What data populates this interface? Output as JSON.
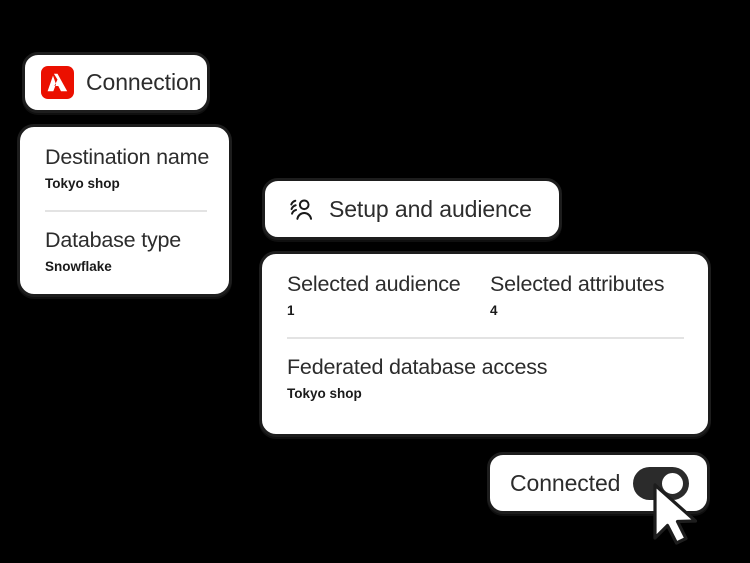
{
  "connection": {
    "logo_icon": "adobe-logo-icon",
    "label": "Connection",
    "logo_color": "#EB1000"
  },
  "destination": {
    "fields": [
      {
        "title": "Destination name",
        "value": "Tokyo shop"
      },
      {
        "title": "Database type",
        "value": "Snowflake"
      }
    ]
  },
  "setup": {
    "icon": "audience-group-icon",
    "label": "Setup and audience"
  },
  "audience": {
    "stats": [
      {
        "title": "Selected audience",
        "value": "1"
      },
      {
        "title": "Selected attributes",
        "value": "4"
      }
    ],
    "access": {
      "title": "Federated database access",
      "value": "Tokyo shop"
    }
  },
  "connection_status": {
    "label": "Connected",
    "toggle_state": "on",
    "toggle_color": "#2b2b2b"
  },
  "cursor": {
    "icon": "mouse-pointer-icon"
  },
  "theme": {
    "background": "#000000",
    "card_background": "#ffffff",
    "card_border": "#1d1d1d",
    "divider": "#e3e3e3",
    "text": "#2c2c2c"
  }
}
